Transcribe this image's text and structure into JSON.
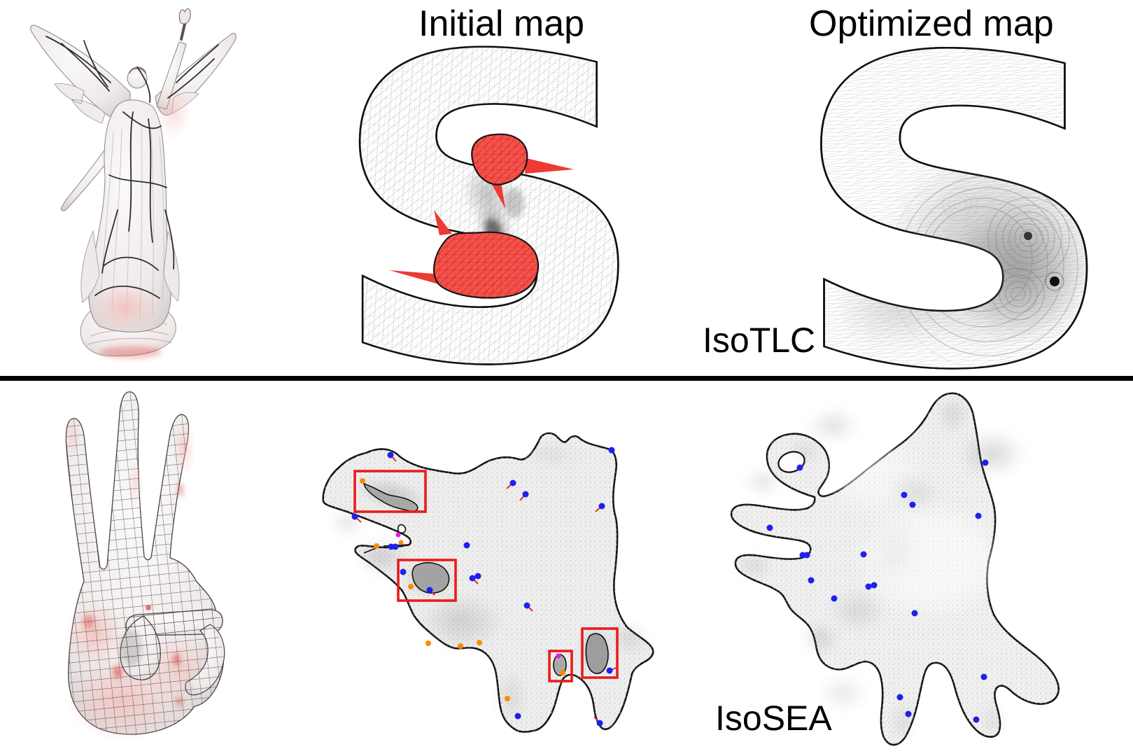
{
  "figure": {
    "column_headers": {
      "initial": "Initial map",
      "optimized": "Optimized map"
    },
    "rows": {
      "top": {
        "method_label": "IsoTLC"
      },
      "bottom": {
        "method_label": "IsoSEA"
      }
    },
    "graphics": {
      "top_row_source_model": "angel-statue-mesh",
      "top_row_domain_shape": "letter-S-mesh",
      "bottom_row_source_model": "hand-quad-mesh",
      "bottom_row_domain_shape": "flattened-hand-blob-mesh"
    },
    "colors": {
      "overlap_region_red": "#ee3a33",
      "red_mesh_line": "#c92020",
      "landmark_dot_blue": "#1f1fee",
      "boundary_dot_orange": "#ff8a00",
      "cone_dot_magenta": "#e818e8",
      "highlight_box_red": "#ea1c1c",
      "mesh_line_gray": "#c9c9c9",
      "outline_black": "#111111",
      "divider_black": "#000000"
    }
  }
}
